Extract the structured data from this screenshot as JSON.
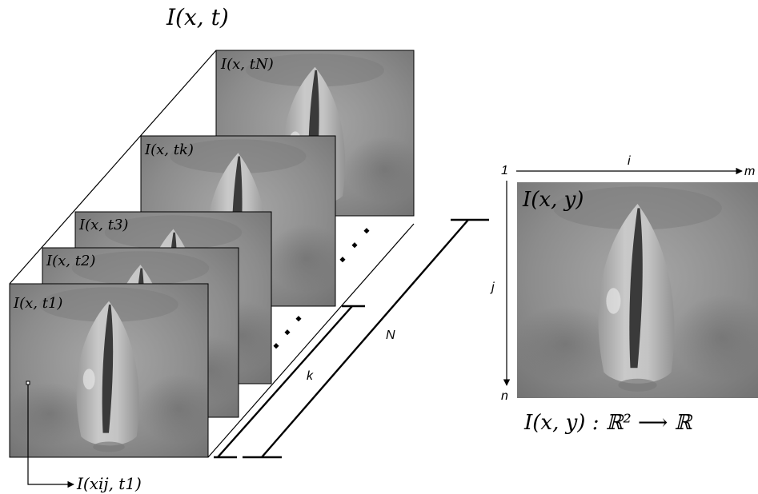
{
  "labels": {
    "stack_title": "I(x, t)",
    "frame_N": "I(x, tN)",
    "frame_k": "I(x, tk)",
    "frame_3": "I(x, t3)",
    "frame_2": "I(x, t2)",
    "frame_1": "I(x, t1)",
    "pixel_label": "I(xij, t1)",
    "dim_k": "k",
    "dim_N": "N",
    "axis_i": "i",
    "axis_j": "j",
    "axis_start": "1",
    "axis_m": "m",
    "axis_n": "n",
    "single_frame": "I(x, y)",
    "mapping": "I(x, y) : ℝ² ⟶ ℝ"
  },
  "colors": {
    "stroke": "#000000",
    "image_mid": "#8f8f8f"
  },
  "icons": {
    "frame_image": "vocal-folds-grayscale"
  }
}
